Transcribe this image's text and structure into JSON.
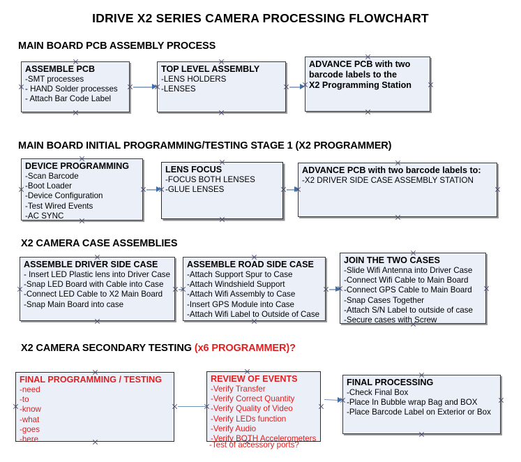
{
  "title": "IDRIVE X2  SERIES CAMERA PROCESSING FLOWCHART",
  "colors": {
    "box_fill": "#eaeff8",
    "box_border": "#2b2b2b",
    "accent_red": "#e02020",
    "connector": "#96aec8",
    "arrowhead": "#3f6fa8"
  },
  "sections": [
    {
      "heading": "MAIN BOARD PCB ASSEMBLY PROCESS",
      "heading_red": "",
      "boxes": [
        {
          "title": "ASSEMBLE PCB",
          "lines": [
            "-SMT processes",
            "- HAND Solder processes",
            "- Attach Bar Code Label"
          ]
        },
        {
          "title": "TOP LEVEL ASSEMBLY",
          "lines": [
            "-LENS HOLDERS",
            "-LENSES"
          ]
        },
        {
          "title": "ADVANCE PCB with two",
          "lines": [
            "barcode labels to the",
            " X2 Programming Station"
          ]
        }
      ]
    },
    {
      "heading": "MAIN BOARD INITIAL PROGRAMMING/TESTING STAGE 1 (X2 PROGRAMMER)",
      "heading_red": "",
      "boxes": [
        {
          "title": "DEVICE PROGRAMMING",
          "lines": [
            "-Scan Barcode",
            "-Boot Loader",
            "-Device Configuration",
            "-Test Wired Events",
            "-AC SYNC"
          ]
        },
        {
          "title": "LENS FOCUS",
          "lines": [
            "-FOCUS BOTH LENSES",
            "-GLUE LENSES"
          ]
        },
        {
          "title": "ADVANCE PCB with two barcode labels to:",
          "lines": [
            "-X2 DRIVER  SIDE  CASE  ASSEMBLY STATION"
          ]
        }
      ]
    },
    {
      "heading": "X2 CAMERA CASE ASSEMBLIES",
      "heading_red": "",
      "boxes": [
        {
          "title": "ASSEMBLE DRIVER SIDE CASE",
          "lines": [
            "- Insert LED Plastic lens into Driver Case",
            "-Snap LED Board with Cable into Case",
            "-Connect LED Cable to X2 Main Board",
            "-Snap Main Board into case"
          ]
        },
        {
          "title": "ASSEMBLE ROAD SIDE CASE",
          "lines": [
            "-Attach Support Spur to Case",
            "-Attach Windshield Support",
            "-Attach Wifi Assembly to Case",
            "-Insert GPS Module into Case",
            "-Attach Wifi Label to Outside of Case"
          ]
        },
        {
          "title": "JOIN THE TWO CASES",
          "lines": [
            "-Slide Wifi Antenna into Driver Case",
            "-Connect Wifi Cable to Main Board",
            "-Connect GPS Cable to Main Board",
            "-Snap Cases Together",
            "-Attach S/N Label to outside of case",
            "-Secure cases with Screw"
          ]
        }
      ]
    },
    {
      "heading": "X2 CAMERA SECONDARY TESTING ",
      "heading_red": "(x6 PROGRAMMER)?",
      "boxes": [
        {
          "title": "FINAL PROGRAMMING / TESTING",
          "lines": [
            "-need",
            "-to",
            "-know",
            "-what",
            "-goes",
            "-here"
          ]
        },
        {
          "title": "REVIEW OF EVENTS",
          "lines": [
            "-Verify Transfer",
            "-Verify Correct Quantity",
            "-Verify Quality of Video",
            "-Verify LEDs function",
            "-Verify Audio",
            "-Verify BOTH Accelerometers"
          ],
          "overflow_line": "-Test of accessory ports?"
        },
        {
          "title": "FINAL PROCESSING",
          "lines": [
            " -Check Final Box",
            "-Place In Bubble wrap Bag and BOX",
            "-Place Barcode Label on Exterior or Box"
          ]
        }
      ]
    }
  ]
}
